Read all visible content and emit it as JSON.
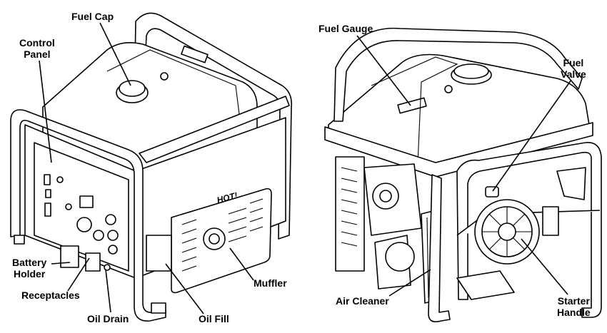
{
  "labels": {
    "fuel_cap": "Fuel Cap",
    "control_panel_1": "Control",
    "control_panel_2": "Panel",
    "battery_holder_1": "Battery",
    "battery_holder_2": "Holder",
    "receptacles": "Receptacles",
    "oil_drain": "Oil Drain",
    "oil_fill": "Oil Fill",
    "muffler": "Muffler",
    "fuel_gauge": "Fuel Gauge",
    "fuel_valve_1": "Fuel",
    "fuel_valve_2": "Valve",
    "air_cleaner": "Air Cleaner",
    "starter_handle_1": "Starter",
    "starter_handle_2": "Handle"
  },
  "decals": {
    "muffler_warning": "HOT!"
  }
}
